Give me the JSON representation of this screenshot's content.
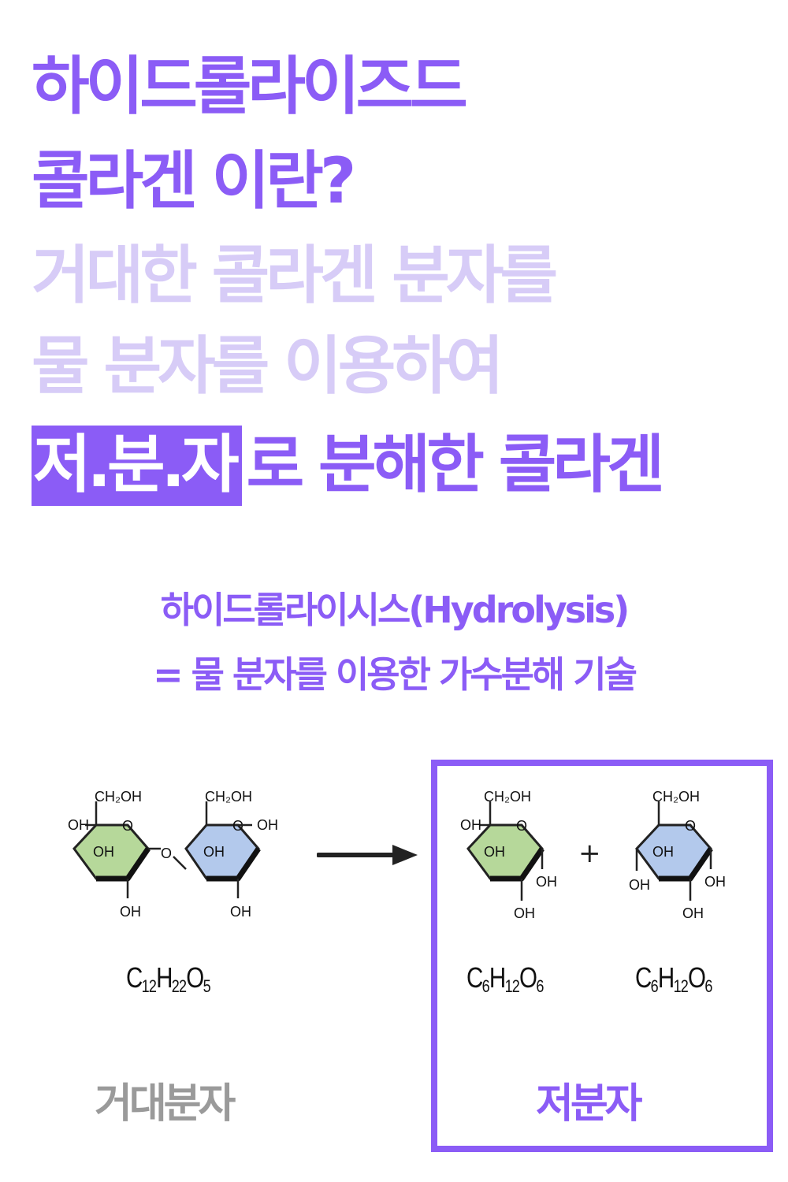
{
  "headline": {
    "line1": "하이드롤라이즈드",
    "line2": "콜라겐 이란?",
    "line3": "거대한 콜라겐 분자를",
    "line4": "물 분자를 이용하여",
    "line5_highlight": "저.분.자",
    "line5_rest": "로 분해한 콜라겐"
  },
  "definition": {
    "line1": "하이드롤라이시스(Hydrolysis)",
    "line2": "= 물 분자를 이용한 가수분해 기술"
  },
  "diagram": {
    "labels": {
      "ch2oh": "CH₂OH",
      "o": "O",
      "oh": "OH"
    },
    "left_formula": {
      "c": "C",
      "c_n": "12",
      "h": "H",
      "h_n": "22",
      "o": "O",
      "o_n": "5"
    },
    "right_formula_1": {
      "c": "C",
      "c_n": "6",
      "h": "H",
      "h_n": "12",
      "o": "O",
      "o_n": "6"
    },
    "right_formula_2": {
      "c": "C",
      "c_n": "6",
      "h": "H",
      "h_n": "12",
      "o": "O",
      "o_n": "6"
    },
    "plus": "+",
    "left_caption": "거대분자",
    "right_caption": "저분자"
  },
  "colors": {
    "primary": "#8b5cf6",
    "light": "#d7ccf7",
    "grey": "#9a9a9a",
    "green_ring": "#b6d89a",
    "blue_ring": "#b3c9ec"
  }
}
